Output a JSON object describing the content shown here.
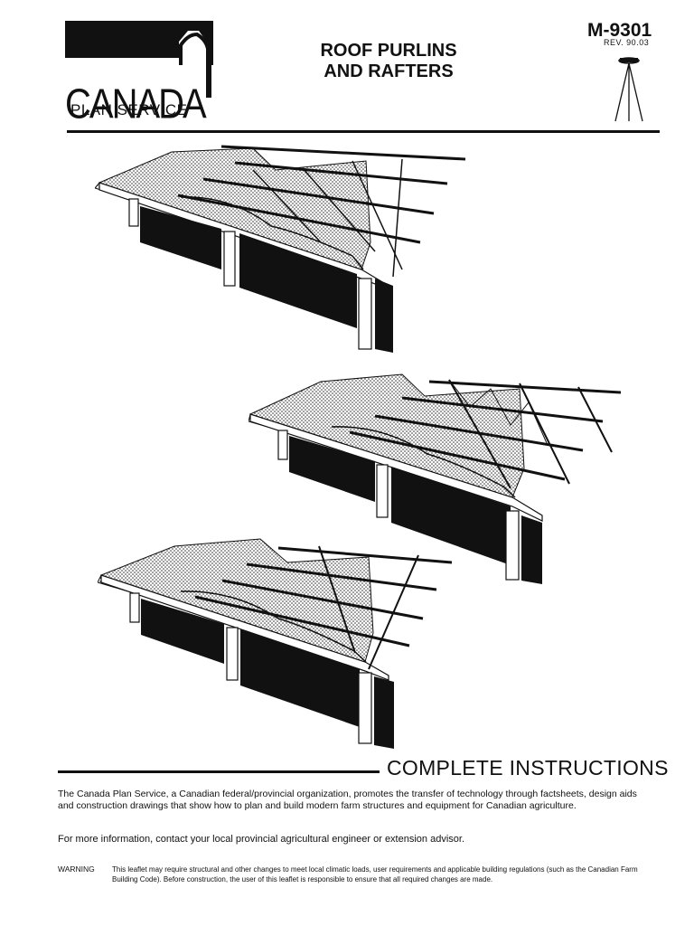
{
  "header": {
    "logo": {
      "brand": "CANADA",
      "sub": "PLAN SERVICE"
    },
    "title_lines": [
      "ROOF PURLINS",
      "AND RAFTERS"
    ],
    "plan_number": "M-9301",
    "revision": "REV. 90.03",
    "tripod_icon": "surveyor-tripod-icon"
  },
  "figures": [
    {
      "depicts": "roof-with-purlins-on-rafters-icon"
    },
    {
      "depicts": "roof-with-purlins-in-trusses-icon"
    },
    {
      "depicts": "roof-with-purlins-on-beams-icon"
    }
  ],
  "footer": {
    "heading": "COMPLETE INSTRUCTIONS",
    "intro": "The Canada Plan Service, a Canadian federal/provincial organization, promotes the transfer of technology through factsheets, design aids and construction drawings that show how to plan and build modern farm structures and equipment for Canadian agriculture.",
    "contact": "For more information, contact your local provincial agricultural engineer or extension advisor.",
    "warning_label": "WARNING",
    "warning_text": "This leaflet may require structural and other changes to meet local climatic loads, user requirements and applicable building regulations (such as the Canadian Farm Building Code). Before construction, the user of this leaflet is responsible to ensure that all required changes are made."
  }
}
